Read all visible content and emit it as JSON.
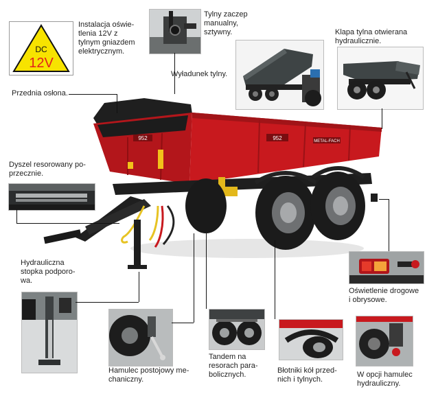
{
  "callouts": {
    "lighting": "Instalacja oświe-\ntlenia 12V z\ntylnym gniazdem\nelektrycznym.",
    "rear_hitch": "Tylny zaczep\nmanualny,\nsztywny.",
    "tailgate": "Klapa tylna otwierana\nhydraulicznie.",
    "rear_unload": "Wyładunek tylny.",
    "front_cover": "Przednia osłona.",
    "drawbar": "Dyszel resorowany po-\nprzecznie.",
    "support_leg": "Hydrauliczna\nstopka podporo-\nwa.",
    "road_lights": "Oświetlenie drogowe\ni obrysowe.",
    "parking_brake": "Hamulec postojowy me-\nchaniczny.",
    "tandem": "Tandem na\nresorach para-\nbolicznych.",
    "mudguards": "Błotniki kół przed-\nnich i tylnych.",
    "hydraulic_brake": "W opcji hamulec\nhydrauliczny."
  },
  "warning_sign": {
    "top": "DC",
    "voltage": "12V",
    "color": "#e2231a",
    "fill": "#f7e300"
  },
  "trailer": {
    "model_badge": "952",
    "brand_text": "METAL-FACH",
    "body_color": "#c8191e",
    "body_dark": "#8f0f12",
    "chassis_color": "#1e1e1e",
    "hose_color": "#e7c323"
  }
}
